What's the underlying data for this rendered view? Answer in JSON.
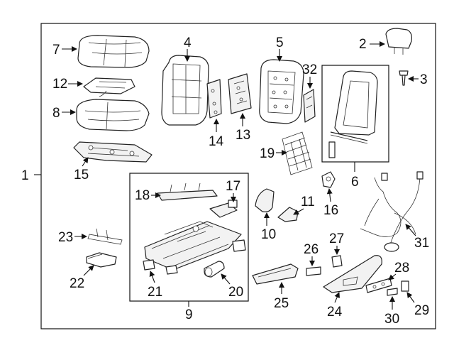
{
  "callouts": {
    "c1": "1",
    "c2": "2",
    "c3": "3",
    "c4": "4",
    "c5": "5",
    "c6": "6",
    "c7": "7",
    "c8": "8",
    "c9": "9",
    "c10": "10",
    "c11": "11",
    "c12": "12",
    "c13": "13",
    "c14": "14",
    "c15": "15",
    "c16": "16",
    "c17": "17",
    "c18": "18",
    "c19": "19",
    "c20": "20",
    "c21": "21",
    "c22": "22",
    "c23": "23",
    "c24": "24",
    "c25": "25",
    "c26": "26",
    "c27": "27",
    "c28": "28",
    "c29": "29",
    "c30": "30",
    "c31": "31",
    "c32": "32"
  }
}
